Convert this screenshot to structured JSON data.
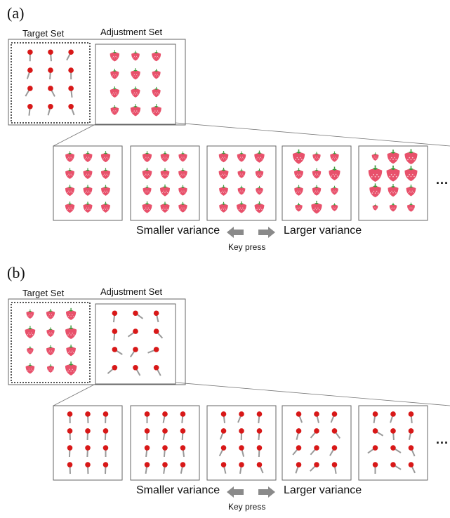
{
  "panels": [
    {
      "label": "(a)",
      "target_label": "Target Set",
      "adjustment_label": "Adjustment Set",
      "target_type": "lollipop",
      "adjust_type": "strawberry",
      "smaller": "Smaller variance",
      "larger": "Larger variance",
      "keypress": "Key press",
      "ellipsis": "..."
    },
    {
      "label": "(b)",
      "target_label": "Target Set",
      "adjustment_label": "Adjustment Set",
      "target_type": "strawberry",
      "adjust_type": "lollipop",
      "smaller": "Smaller variance",
      "larger": "Larger variance",
      "keypress": "Key press",
      "ellipsis": "..."
    }
  ],
  "colors": {
    "strawberry_body": "#e8516b",
    "strawberry_leaf": "#3a9a3a",
    "lollipop_head": "#d81818",
    "lollipop_stick": "#999999",
    "arrow": "#8a8a8a",
    "border": "#666666"
  },
  "icons": [
    "strawberry-icon",
    "lollipop-icon",
    "arrow-left-icon",
    "arrow-right-icon"
  ]
}
